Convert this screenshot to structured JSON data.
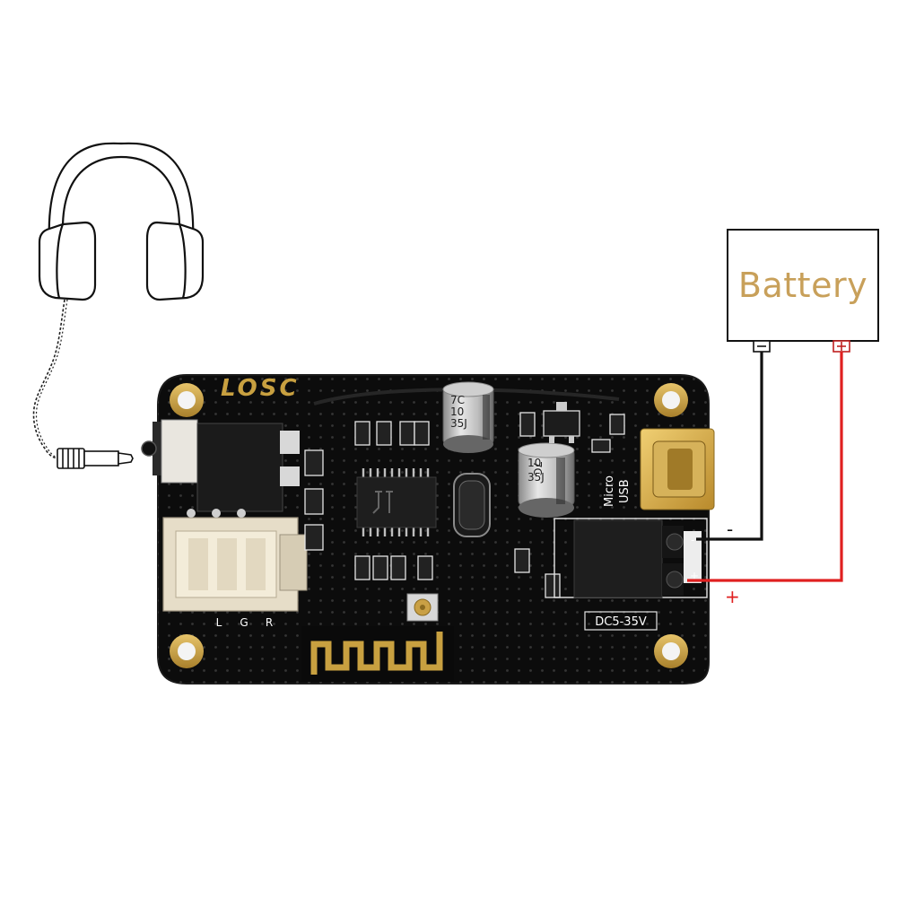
{
  "battery": {
    "label": "Battery",
    "neg_symbol": "−",
    "pos_symbol": "+"
  },
  "board": {
    "brand": "LOSC",
    "micro_usb": [
      "Micro",
      "USB"
    ],
    "dc_label": "DC5-35V",
    "channel_labels": [
      "L",
      "G",
      "R"
    ],
    "terminal_minus": "-",
    "terminal_plus": "+",
    "cap_small": [
      "7C",
      "10",
      "35J"
    ],
    "cap_large": [
      "7C",
      "10",
      "35J"
    ]
  },
  "wires": {
    "neg_label": "-",
    "pos_label": "+",
    "neg_color": "#111111",
    "pos_color": "#e02020"
  },
  "icons": {
    "headphones": "headphones-icon",
    "audio_plug": "audio-plug-icon",
    "antenna": "bluetooth-antenna-icon"
  }
}
